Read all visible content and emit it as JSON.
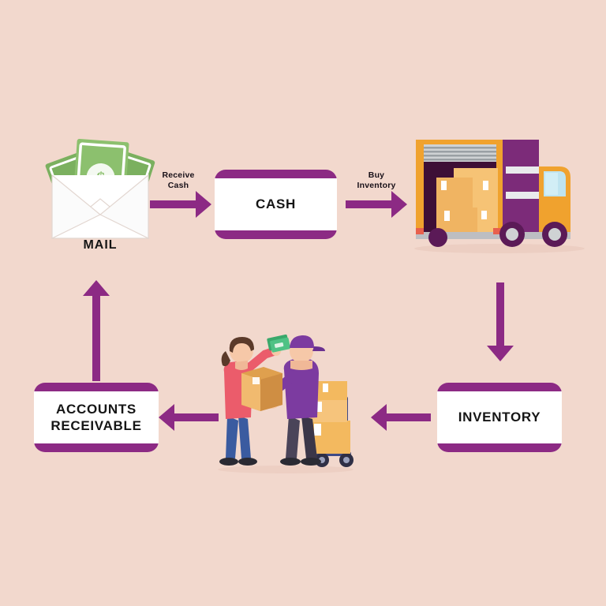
{
  "diagram": {
    "title": "Cash conversion cycle flow diagram",
    "background_color": "#f2d8cd",
    "accent_color": "#8c2a84",
    "node_fill_color": "#ffffff"
  },
  "nodes": [
    {
      "id": "cash",
      "label": "CASH"
    },
    {
      "id": "inventory",
      "label": "INVENTORY"
    },
    {
      "id": "accounts_receivable",
      "label_line1": "ACCOUNTS",
      "label_line2": "RECEIVABLE"
    }
  ],
  "illustrations": [
    {
      "id": "mail",
      "caption": "MAIL",
      "description": "open white envelope with green banknotes"
    },
    {
      "id": "delivery_truck",
      "description": "orange and purple delivery truck loaded with cardboard boxes"
    },
    {
      "id": "customer_payment",
      "description": "woman handing cash to a delivery man holding a box beside a hand truck of boxes"
    }
  ],
  "edges": [
    {
      "id": "mail_to_cash",
      "label_line1": "Receive",
      "label_line2": "Cash",
      "direction": "right"
    },
    {
      "id": "cash_to_truck",
      "label_line1": "Buy",
      "label_line2": "Inventory",
      "direction": "right"
    },
    {
      "id": "truck_to_inventory",
      "label_line1": "",
      "label_line2": "",
      "direction": "down"
    },
    {
      "id": "inventory_to_sale",
      "label_line1": "",
      "label_line2": "",
      "direction": "left"
    },
    {
      "id": "sale_to_ar",
      "label_line1": "",
      "label_line2": "",
      "direction": "left"
    },
    {
      "id": "ar_to_mail",
      "label_line1": "",
      "label_line2": "",
      "direction": "up"
    }
  ]
}
